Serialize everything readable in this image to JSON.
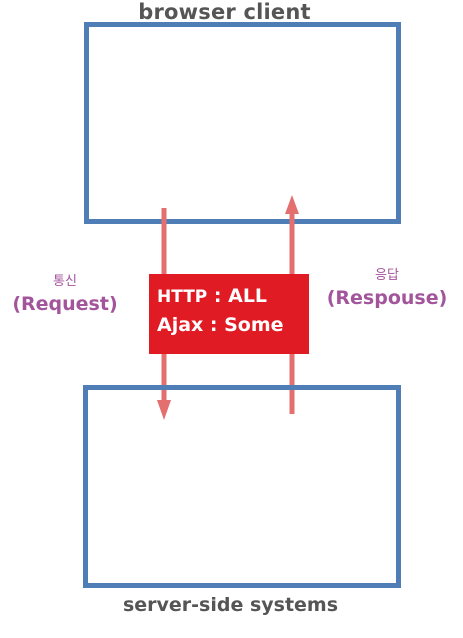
{
  "diagram": {
    "top_node": {
      "label": "browser client"
    },
    "bottom_node": {
      "label": "server-side systems"
    },
    "left_edge": {
      "korean": "통신",
      "english": "(Request)"
    },
    "right_edge": {
      "korean": "응답",
      "english": "(Respouse)"
    },
    "center_note": {
      "line1": {
        "key": "HTTP",
        "separator": " : ",
        "value": "ALL"
      },
      "line2": {
        "key": "Ajax",
        "separator": " : ",
        "value": "Some"
      }
    }
  },
  "colors": {
    "box_border": "#4f7db5",
    "arrow": "#e46f6f",
    "center_fill": "#e01b24",
    "side_label": "#a3559c",
    "title_text": "#555555"
  }
}
